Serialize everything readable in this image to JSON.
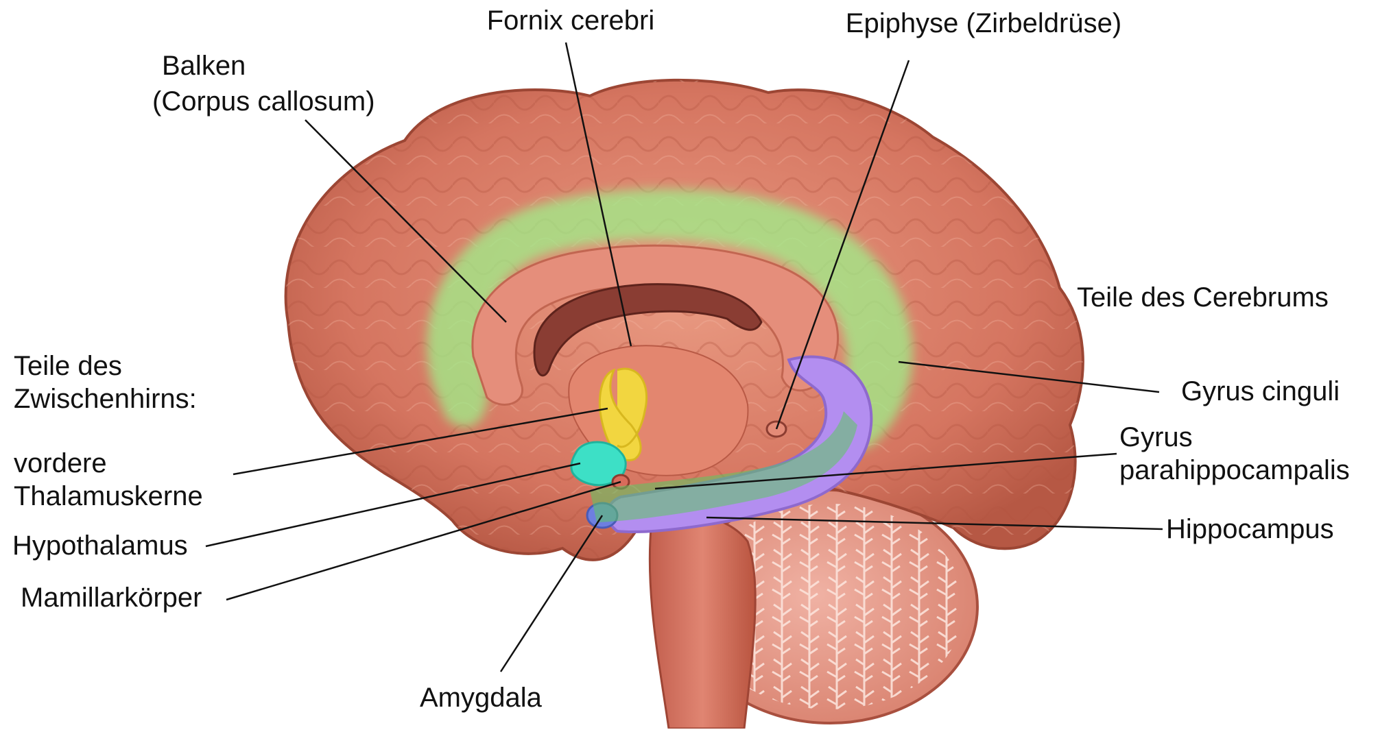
{
  "labels": {
    "fornix": "Fornix cerebri",
    "epiphyse": "Epiphyse (Zirbeldrüse)",
    "balken_line1": "Balken",
    "balken_line2": "(Corpus callosum)",
    "cerebrum_parts": "Teile des Cerebrums",
    "diencephalon_line1": "Teile des",
    "diencephalon_line2": "Zwischenhirns:",
    "gyrus_cinguli": "Gyrus cinguli",
    "parahippo_line1": "Gyrus",
    "parahippo_line2": "parahippocampalis",
    "thalamus_line1": "vordere",
    "thalamus_line2": "Thalamuskerne",
    "hippocampus": "Hippocampus",
    "hypothalamus": "Hypothalamus",
    "mamillar": "Mamillarkörper",
    "amygdala": "Amygdala"
  },
  "colors": {
    "cortex": "#d97a62",
    "cortex_dark": "#b85642",
    "cingulate": "#8fe07a",
    "corpus_callosum": "#e48d7c",
    "fornix": "#8a3d33",
    "thalamus": "#f2d640",
    "hypothalamus": "#3de0c6",
    "hippocampus": "#b38ef0",
    "amygdala": "#6e7fe0",
    "cerebellum": "#e59b8d",
    "brainstem": "#d56d5d"
  }
}
